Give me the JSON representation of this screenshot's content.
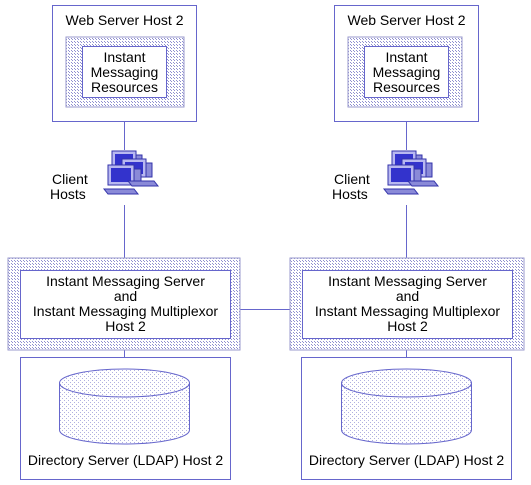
{
  "left": {
    "web_server": "Web Server Host 2",
    "im_resources": [
      "Instant",
      "Messaging",
      "Resources"
    ],
    "client_hosts": [
      "Client",
      "Hosts"
    ],
    "im_server": [
      "Instant Messaging Server",
      "and",
      "Instant Messaging Multiplexor",
      "Host 2"
    ],
    "directory": "Directory Server (LDAP) Host 2"
  },
  "right": {
    "web_server": "Web Server Host 2",
    "im_resources": [
      "Instant",
      "Messaging",
      "Resources"
    ],
    "client_hosts": [
      "Client",
      "Hosts"
    ],
    "im_server": [
      "Instant Messaging Server",
      "and",
      "Instant Messaging Multiplexor",
      "Host 2"
    ],
    "directory": "Directory Server (LDAP) Host 2"
  },
  "colors": {
    "line": "#6666cc",
    "hatch": "#9999cc",
    "monitor_fill": "#b8b8f0",
    "screen_fill": "#3333cc"
  }
}
